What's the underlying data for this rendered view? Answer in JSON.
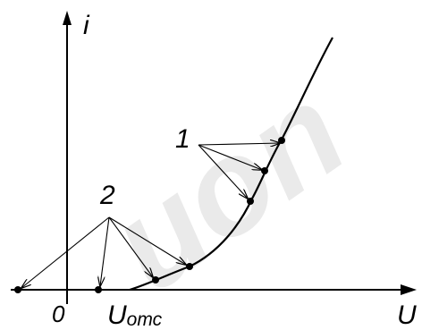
{
  "watermark": "uon",
  "labels": {
    "y_axis": "i",
    "x_axis": "U",
    "origin": "0",
    "u_main": "U",
    "u_sub": "отс",
    "group1": "1",
    "group2": "2"
  },
  "colors": {
    "ink": "#000000",
    "watermark": "#d9d9d9",
    "background": "#ffffff"
  }
}
